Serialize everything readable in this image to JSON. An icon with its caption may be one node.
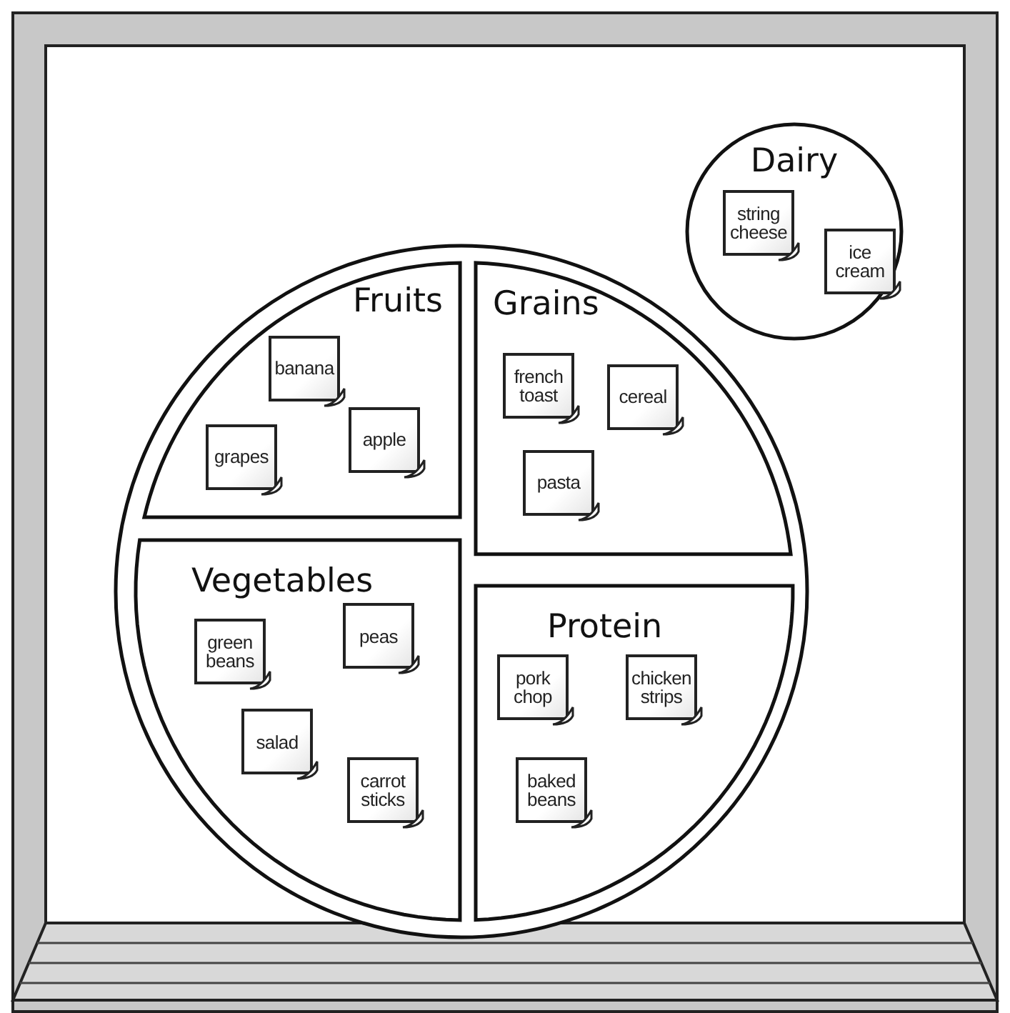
{
  "diagram": {
    "nodes": [
      {
        "text": [],
        "shape": "circle"
      },
      {
        "text": [
          "Fruits"
        ],
        "in": 0
      },
      {
        "text": [
          "banana"
        ],
        "in": 1
      },
      {
        "text": [
          "grapes"
        ],
        "in": 1
      },
      {
        "text": [
          "apple"
        ],
        "in": 1
      },
      {
        "text": [
          "Grains"
        ],
        "in": 0
      },
      {
        "text": [
          "french toast"
        ],
        "in": 5
      },
      {
        "text": [
          "cereal"
        ],
        "in": 5
      },
      {
        "text": [
          "pasta"
        ],
        "in": 5
      },
      {
        "text": [
          "Vegetables"
        ],
        "in": 0
      },
      {
        "text": [
          "green beans"
        ],
        "in": 9
      },
      {
        "text": [
          "peas"
        ],
        "in": 9
      },
      {
        "text": [
          "salad"
        ],
        "in": 9
      },
      {
        "text": [
          "carrot sticks"
        ],
        "in": 9
      },
      {
        "text": [
          "Protein"
        ],
        "in": 0
      },
      {
        "text": [
          "pork chop"
        ],
        "in": 14
      },
      {
        "text": [
          "chicken strips"
        ],
        "in": 14
      },
      {
        "text": [
          "baked beans"
        ],
        "in": 14
      },
      {
        "text": [
          "Dairy"
        ]
      },
      {
        "text": [
          "string cheese"
        ],
        "in": 18
      },
      {
        "text": [
          "ice cream"
        ],
        "in": 18
      }
    ]
  }
}
